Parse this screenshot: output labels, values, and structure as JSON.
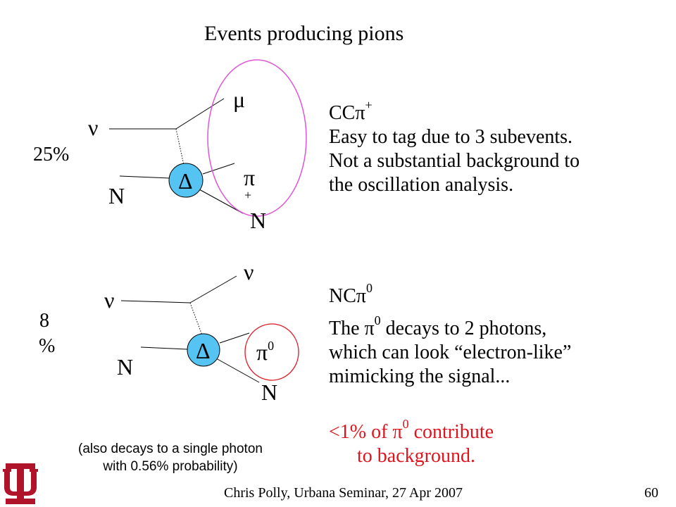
{
  "slide": {
    "title": "Events producing pions",
    "footer": "Chris Polly, Urbana Seminar, 27 Apr 2007",
    "page_number": "60"
  },
  "cc_diagram": {
    "percent": "25%",
    "incoming_neutrino": "ν",
    "incoming_nucleon": "N",
    "outgoing_muon": "μ",
    "resonance": "Δ",
    "outgoing_pion": "π",
    "pion_charge": "+",
    "outgoing_nucleon": "N",
    "circle_color": "#e055d4",
    "delta_fill": "#55c4f2"
  },
  "cc_text": {
    "heading_base": "CCπ",
    "heading_sup": "+",
    "lines": [
      "Easy to tag due to 3 subevents.",
      "Not a substantial background to",
      "the oscillation analysis."
    ]
  },
  "nc_diagram": {
    "percent_line1": "8",
    "percent_line2": "%",
    "incoming_neutrino": "ν",
    "incoming_nucleon": "N",
    "outgoing_neutrino": "ν",
    "resonance": "Δ",
    "outgoing_pion": "π",
    "pion_sup": "0",
    "outgoing_nucleon": "N",
    "circle_color": "#e0141e",
    "delta_fill": "#55c4f2"
  },
  "nc_text": {
    "heading_base": "NCπ",
    "heading_sup": "0",
    "line1_pre": "The ",
    "line1_pi": "π",
    "line1_sup": "0",
    "line1_post": " decays to 2 photons,",
    "line2": "which can look “electron-like”",
    "line3": "mimicking the signal...",
    "red_pre": "<1% of ",
    "red_pi": "π",
    "red_sup": "0",
    "red_post": " contribute",
    "red_line2": "to background."
  },
  "note": {
    "line1": "(also decays to a single photon",
    "line2": "with 0.56% probability)"
  },
  "logo": {
    "name": "university-trident-logo",
    "color": "#b0142b"
  }
}
